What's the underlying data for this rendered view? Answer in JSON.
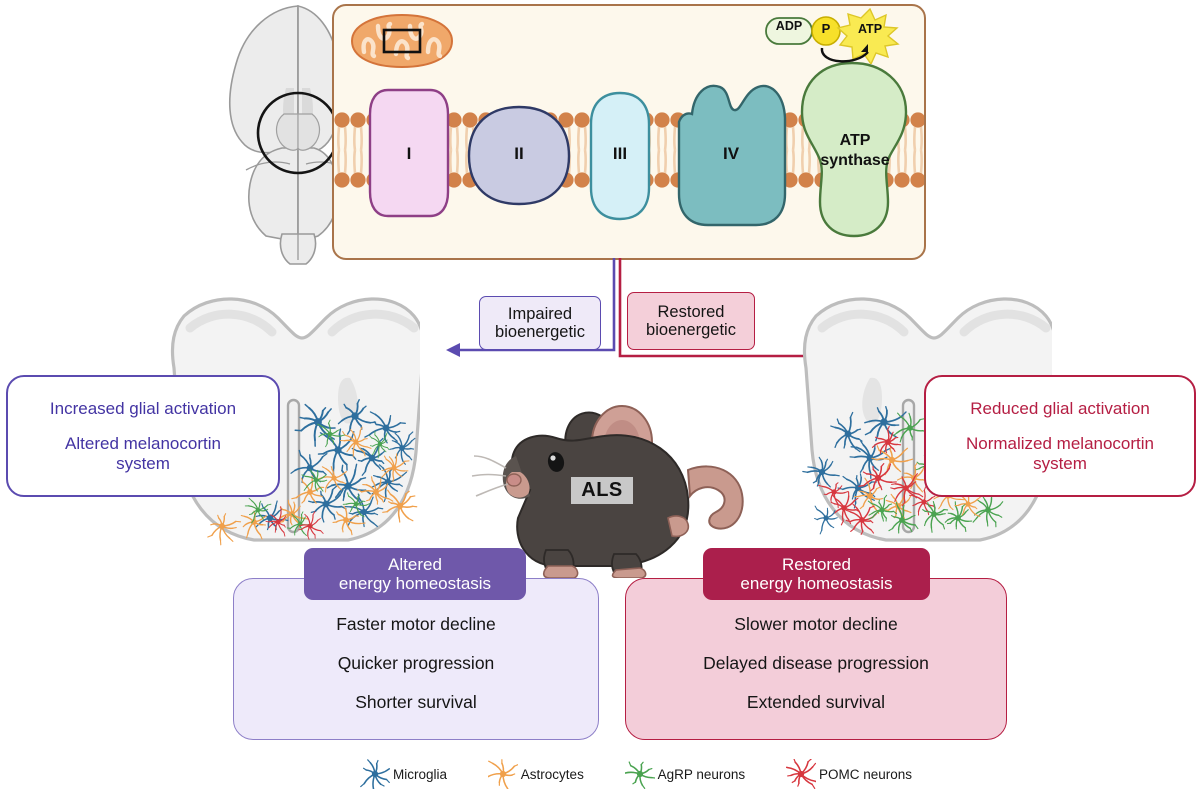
{
  "figure": {
    "title": "ALS mouse bioenergetics schematic",
    "etc_panel": {
      "organelle_icon": "mitochondrion-icon",
      "complexes": [
        {
          "id": "I",
          "label": "I",
          "fill": "#f5d8f2",
          "stroke": "#8e3f86"
        },
        {
          "id": "II",
          "label": "II",
          "fill": "#c9cbe2",
          "stroke": "#2f3a66"
        },
        {
          "id": "III",
          "label": "III",
          "fill": "#d5f0f7",
          "stroke": "#3d8f9e"
        },
        {
          "id": "IV",
          "label": "IV",
          "fill": "#7cbdc0",
          "stroke": "#33666b"
        }
      ],
      "atp_synthase": {
        "line1": "ATP",
        "line2": "synthase",
        "fill": "#d5ecc7",
        "stroke": "#4a7a3c"
      },
      "substrates": {
        "adp": "ADP",
        "phosphate": "P",
        "atp": "ATP"
      },
      "membrane_color": "#d2824a",
      "panel_bg": "#fdf8ec",
      "panel_border": "#a9744a"
    },
    "flow": {
      "impaired": {
        "line1": "Impaired",
        "line2": "bioenergetic",
        "color": "#5b4bb0",
        "fill": "#efeaf8"
      },
      "restored": {
        "line1": "Restored",
        "line2": "bioenergetic",
        "color": "#b51e43",
        "fill": "#f4cfd9"
      }
    },
    "callouts": {
      "left": {
        "line1": "Increased glial activation",
        "line2a": "Altered melanocortin",
        "line2b": "system",
        "color": "#4334a3"
      },
      "right": {
        "line1": "Reduced glial activation",
        "line2a": "Normalized melanocortin",
        "line2b": "system",
        "color": "#b51e43"
      }
    },
    "outcomes": {
      "left": {
        "head_line1": "Altered",
        "head_line2": "energy homeostasis",
        "head_color": "#6f58aa",
        "body_fill": "#eeeafa",
        "items": [
          "Faster motor decline",
          "Quicker progression",
          "Shorter survival"
        ]
      },
      "right": {
        "head_line1": "Restored",
        "head_line2": "energy homeostasis",
        "head_color": "#ab1f4c",
        "body_fill": "#f3cdd9",
        "items": [
          "Slower motor decline",
          "Delayed disease progression",
          "Extended survival"
        ]
      }
    },
    "mouse": {
      "badge": "ALS"
    },
    "legend": [
      {
        "label": "Microglia",
        "color": "#2e6f9e",
        "icon": "microglia-icon"
      },
      {
        "label": "Astrocytes",
        "color": "#f0a04b",
        "icon": "astrocyte-icon"
      },
      {
        "label": "AgRP neurons",
        "color": "#4aa350",
        "icon": "agrp-neuron-icon"
      },
      {
        "label": "POMC neurons",
        "color": "#d7373f",
        "icon": "pomc-neuron-icon"
      }
    ],
    "brain": {
      "icon": "mouse-brain-icon",
      "highlight": "hypothalamus-circle-icon"
    },
    "sections": {
      "left": {
        "icon": "hypothalamus-section-left",
        "note": "dense glia"
      },
      "right": {
        "icon": "hypothalamus-section-right",
        "note": "normalized neurons"
      }
    }
  }
}
